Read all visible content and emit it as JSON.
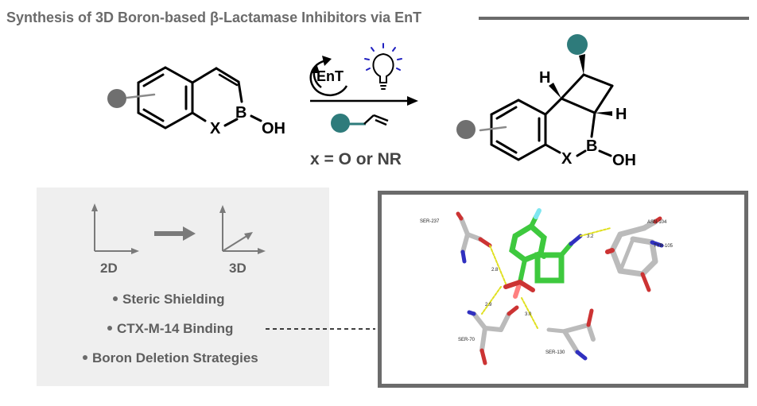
{
  "title": "Synthesis of 3D Boron-based β-Lactamase Inhibitors via EnT",
  "reactant": {
    "heteroatom": "X",
    "boron": "B",
    "hydroxyl": "OH"
  },
  "conditions": {
    "catalyst": "EnT",
    "substituent_note": "x = O or NR"
  },
  "product": {
    "h_top": "H",
    "h_right": "H",
    "heteroatom": "X",
    "boron": "B",
    "hydroxyl": "OH"
  },
  "panel": {
    "label_2d": "2D",
    "label_3d": "3D",
    "bullets": [
      "Steric Shielding",
      "CTX-M-14 Binding",
      "Boron Deletion Strategies"
    ]
  },
  "docking": {
    "residues": [
      "SER-237",
      "ASN-104",
      "TYR-105",
      "SER-70",
      "SER-130"
    ],
    "distances": [
      "3.2",
      "2.8",
      "2.9",
      "3.0"
    ]
  },
  "colors": {
    "title_gray": "#6b6b6b",
    "substituent_dot_gray": "#6f6f6f",
    "substituent_dot_teal": "#2e7b7b",
    "ligand_green": "#3ec93e",
    "panel_bg": "#efefef",
    "bulb_blue": "#2020c0"
  },
  "icons": [
    "cycle-arrow-icon",
    "light-bulb-icon"
  ]
}
